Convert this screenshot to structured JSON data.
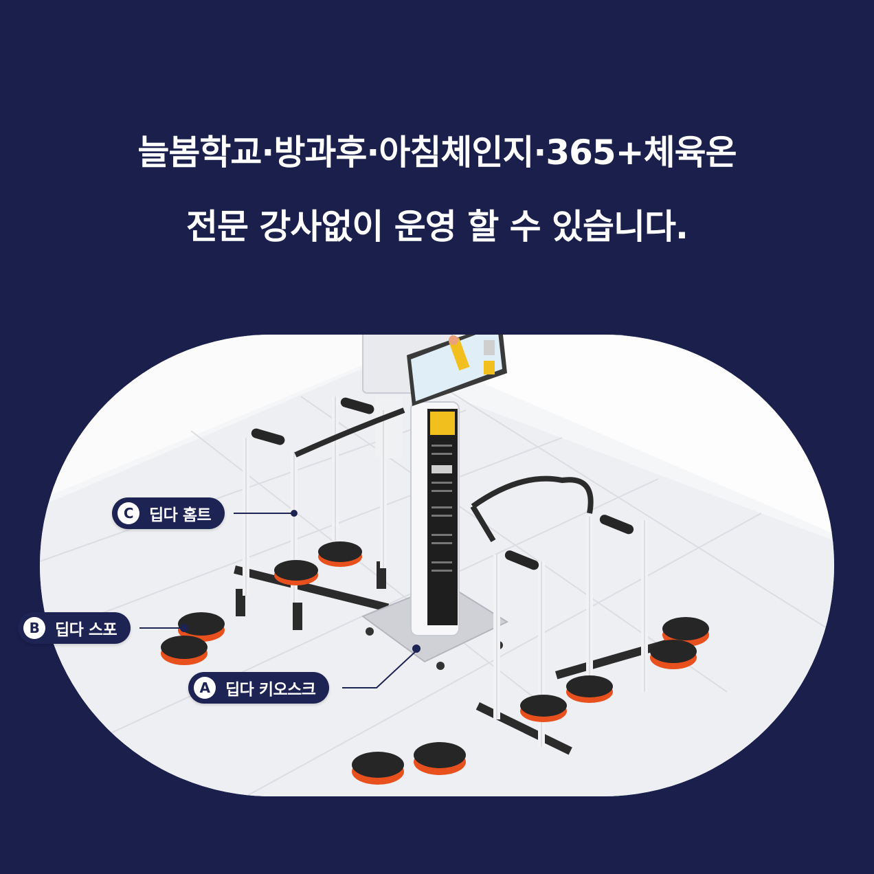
{
  "headline": {
    "line1": "늘봄학교·방과후·아침체인지·365+체육온",
    "line2": "전문 강사없이 운영 할 수 있습니다."
  },
  "callouts": [
    {
      "badge": "C",
      "label": "딥다 홈트"
    },
    {
      "badge": "B",
      "label": "딥다 스포"
    },
    {
      "badge": "A",
      "label": "딥다 키오스크"
    }
  ],
  "colors": {
    "background": "#1a1f4b",
    "callout_bg": "#1d2352",
    "scene_bg": "#f5f6f8",
    "accent_orange": "#e8501e",
    "kiosk_panel": "#f2c01e"
  }
}
